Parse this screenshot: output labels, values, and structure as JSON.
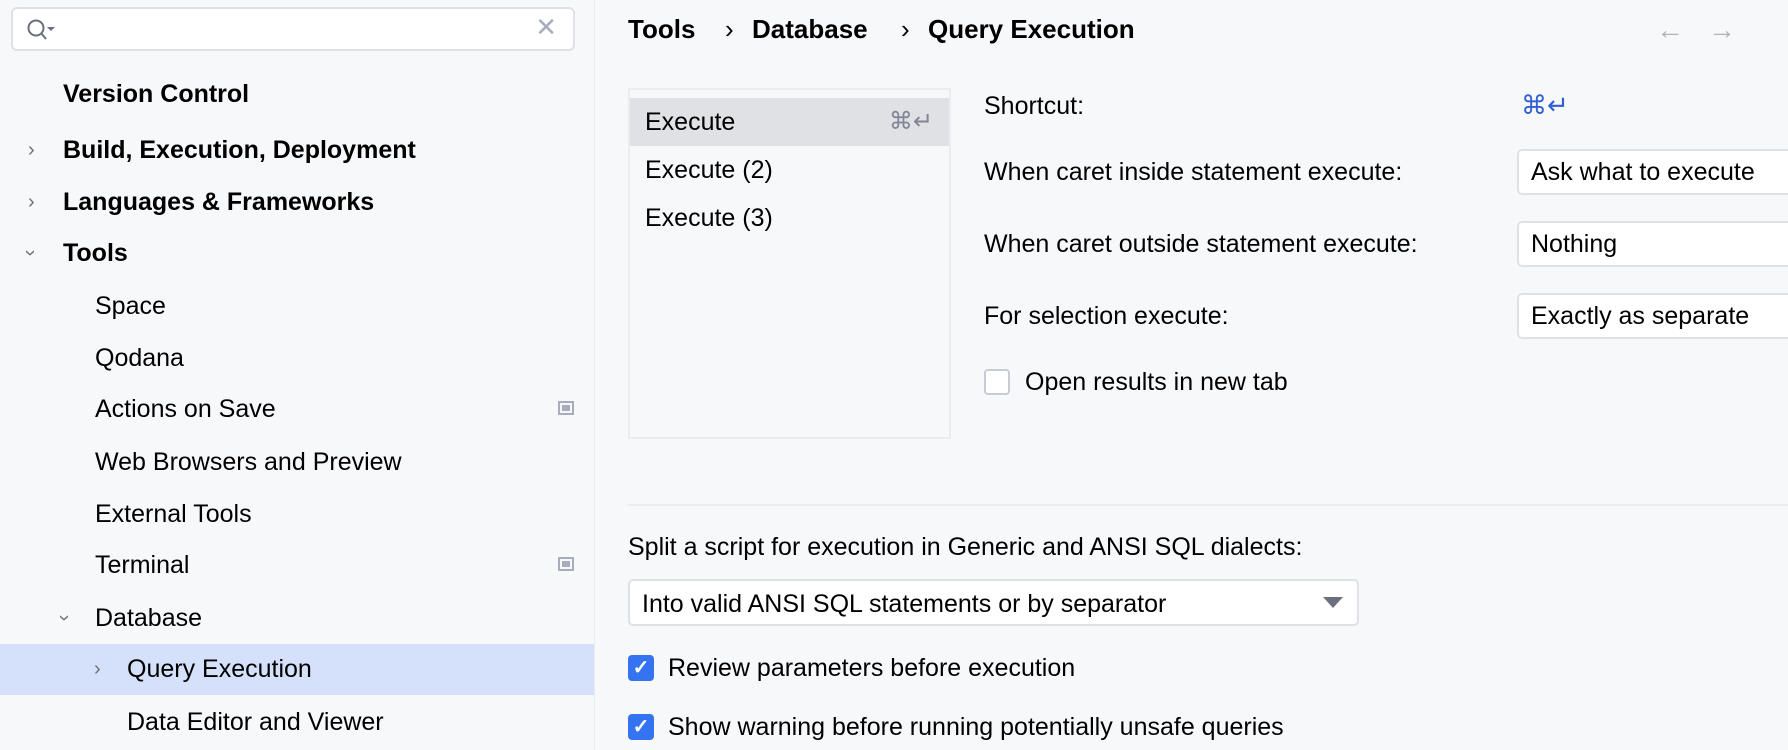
{
  "search": {
    "value": "",
    "placeholder": ""
  },
  "sidebar": {
    "items": [
      {
        "label": "Version Control",
        "bold": true
      },
      {
        "label": "Build, Execution, Deployment",
        "bold": true,
        "expanded": false
      },
      {
        "label": "Languages & Frameworks",
        "bold": true,
        "expanded": false
      },
      {
        "label": "Tools",
        "bold": true,
        "expanded": true
      },
      {
        "label": "Space"
      },
      {
        "label": "Qodana"
      },
      {
        "label": "Actions on Save",
        "icon": "project-settings-icon"
      },
      {
        "label": "Web Browsers and Preview"
      },
      {
        "label": "External Tools"
      },
      {
        "label": "Terminal",
        "icon": "project-settings-icon"
      },
      {
        "label": "Database",
        "expanded": true
      },
      {
        "label": "Query Execution",
        "selected": true,
        "expanded": false
      },
      {
        "label": "Data Editor and Viewer"
      }
    ]
  },
  "breadcrumb": [
    "Tools",
    "Database",
    "Query Execution"
  ],
  "breadcrumb_separator": "›",
  "nav": {
    "back": "←",
    "forward": "→"
  },
  "execute_list": [
    {
      "label": "Execute",
      "shortcut": "⌘↵",
      "selected": true
    },
    {
      "label": "Execute (2)",
      "shortcut": ""
    },
    {
      "label": "Execute (3)",
      "shortcut": ""
    }
  ],
  "form": {
    "shortcut_label": "Shortcut:",
    "shortcut_value": "⌘↵",
    "inside_label": "When caret inside statement execute:",
    "inside_value": "Ask what to execute",
    "outside_label": "When caret outside statement execute:",
    "outside_value": "Nothing",
    "selection_label": "For selection execute:",
    "selection_value": "Exactly as separate",
    "open_new_tab_label": "Open results in new tab",
    "open_new_tab_checked": false
  },
  "split": {
    "label": "Split a script for execution in Generic and ANSI SQL dialects:",
    "value": "Into valid ANSI SQL statements or by separator"
  },
  "options": [
    {
      "label": "Review parameters before execution",
      "checked": true
    },
    {
      "label": "Show warning before running potentially unsafe queries",
      "checked": true
    }
  ],
  "colors": {
    "accent": "#3574f0",
    "selection": "#d5e1fb",
    "shortcut": "#2f5fd1"
  }
}
